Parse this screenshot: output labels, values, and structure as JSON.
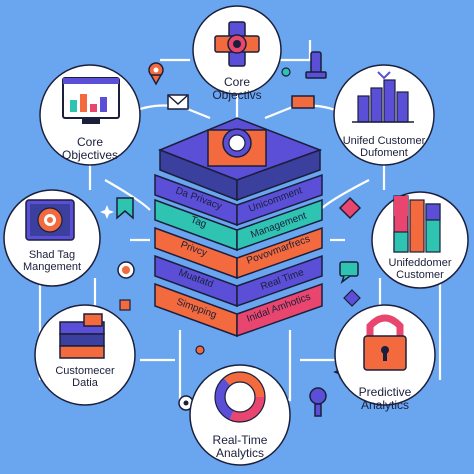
{
  "colors": {
    "background": "#6aa6f0",
    "node_fill": "#ffffff",
    "outline": "#1b1f3b",
    "orange": "#f26a3d",
    "purple": "#5a4fd6",
    "teal": "#2fc3b1",
    "pink": "#e8466e",
    "navy": "#3b3f9e"
  },
  "nodes": {
    "top": {
      "label_1": "Core",
      "label_2": "Objectivs",
      "icon": "puzzle-cross-icon"
    },
    "top_left": {
      "label_1": "Core",
      "label_2": "Objectives",
      "icon": "monitor-chart-icon"
    },
    "top_right": {
      "label_1": "Unifed Customer",
      "label_2": "Dufoment",
      "icon": "bar-chart-icon"
    },
    "middle_left": {
      "label_1": "Shad Tag",
      "label_2": "Mangement",
      "icon": "tablet-target-icon"
    },
    "middle_right": {
      "label_1": "Unifeddomer",
      "label_2": "Customer",
      "icon": "stacked-bars-icon"
    },
    "bottom_left": {
      "label_1": "Customecer",
      "label_2": "Datia",
      "icon": "layers-icon"
    },
    "bottom_center": {
      "label_1": "Real-Time",
      "label_2": "Analytics",
      "icon": "donut-chart-icon"
    },
    "bottom_right": {
      "label_1": "Predictive",
      "label_2": "Analytics",
      "icon": "padlock-icon"
    }
  },
  "stack_layers": [
    {
      "left": "Da Privacy",
      "right": "Unicomment"
    },
    {
      "left": "Tag",
      "right": "Management"
    },
    {
      "left": "Privcy",
      "right": "Povovmarfrecs"
    },
    {
      "left": "Muatatd",
      "right": "Real Time"
    },
    {
      "left": "Simpping",
      "right": "Inidal Amhotics"
    }
  ]
}
